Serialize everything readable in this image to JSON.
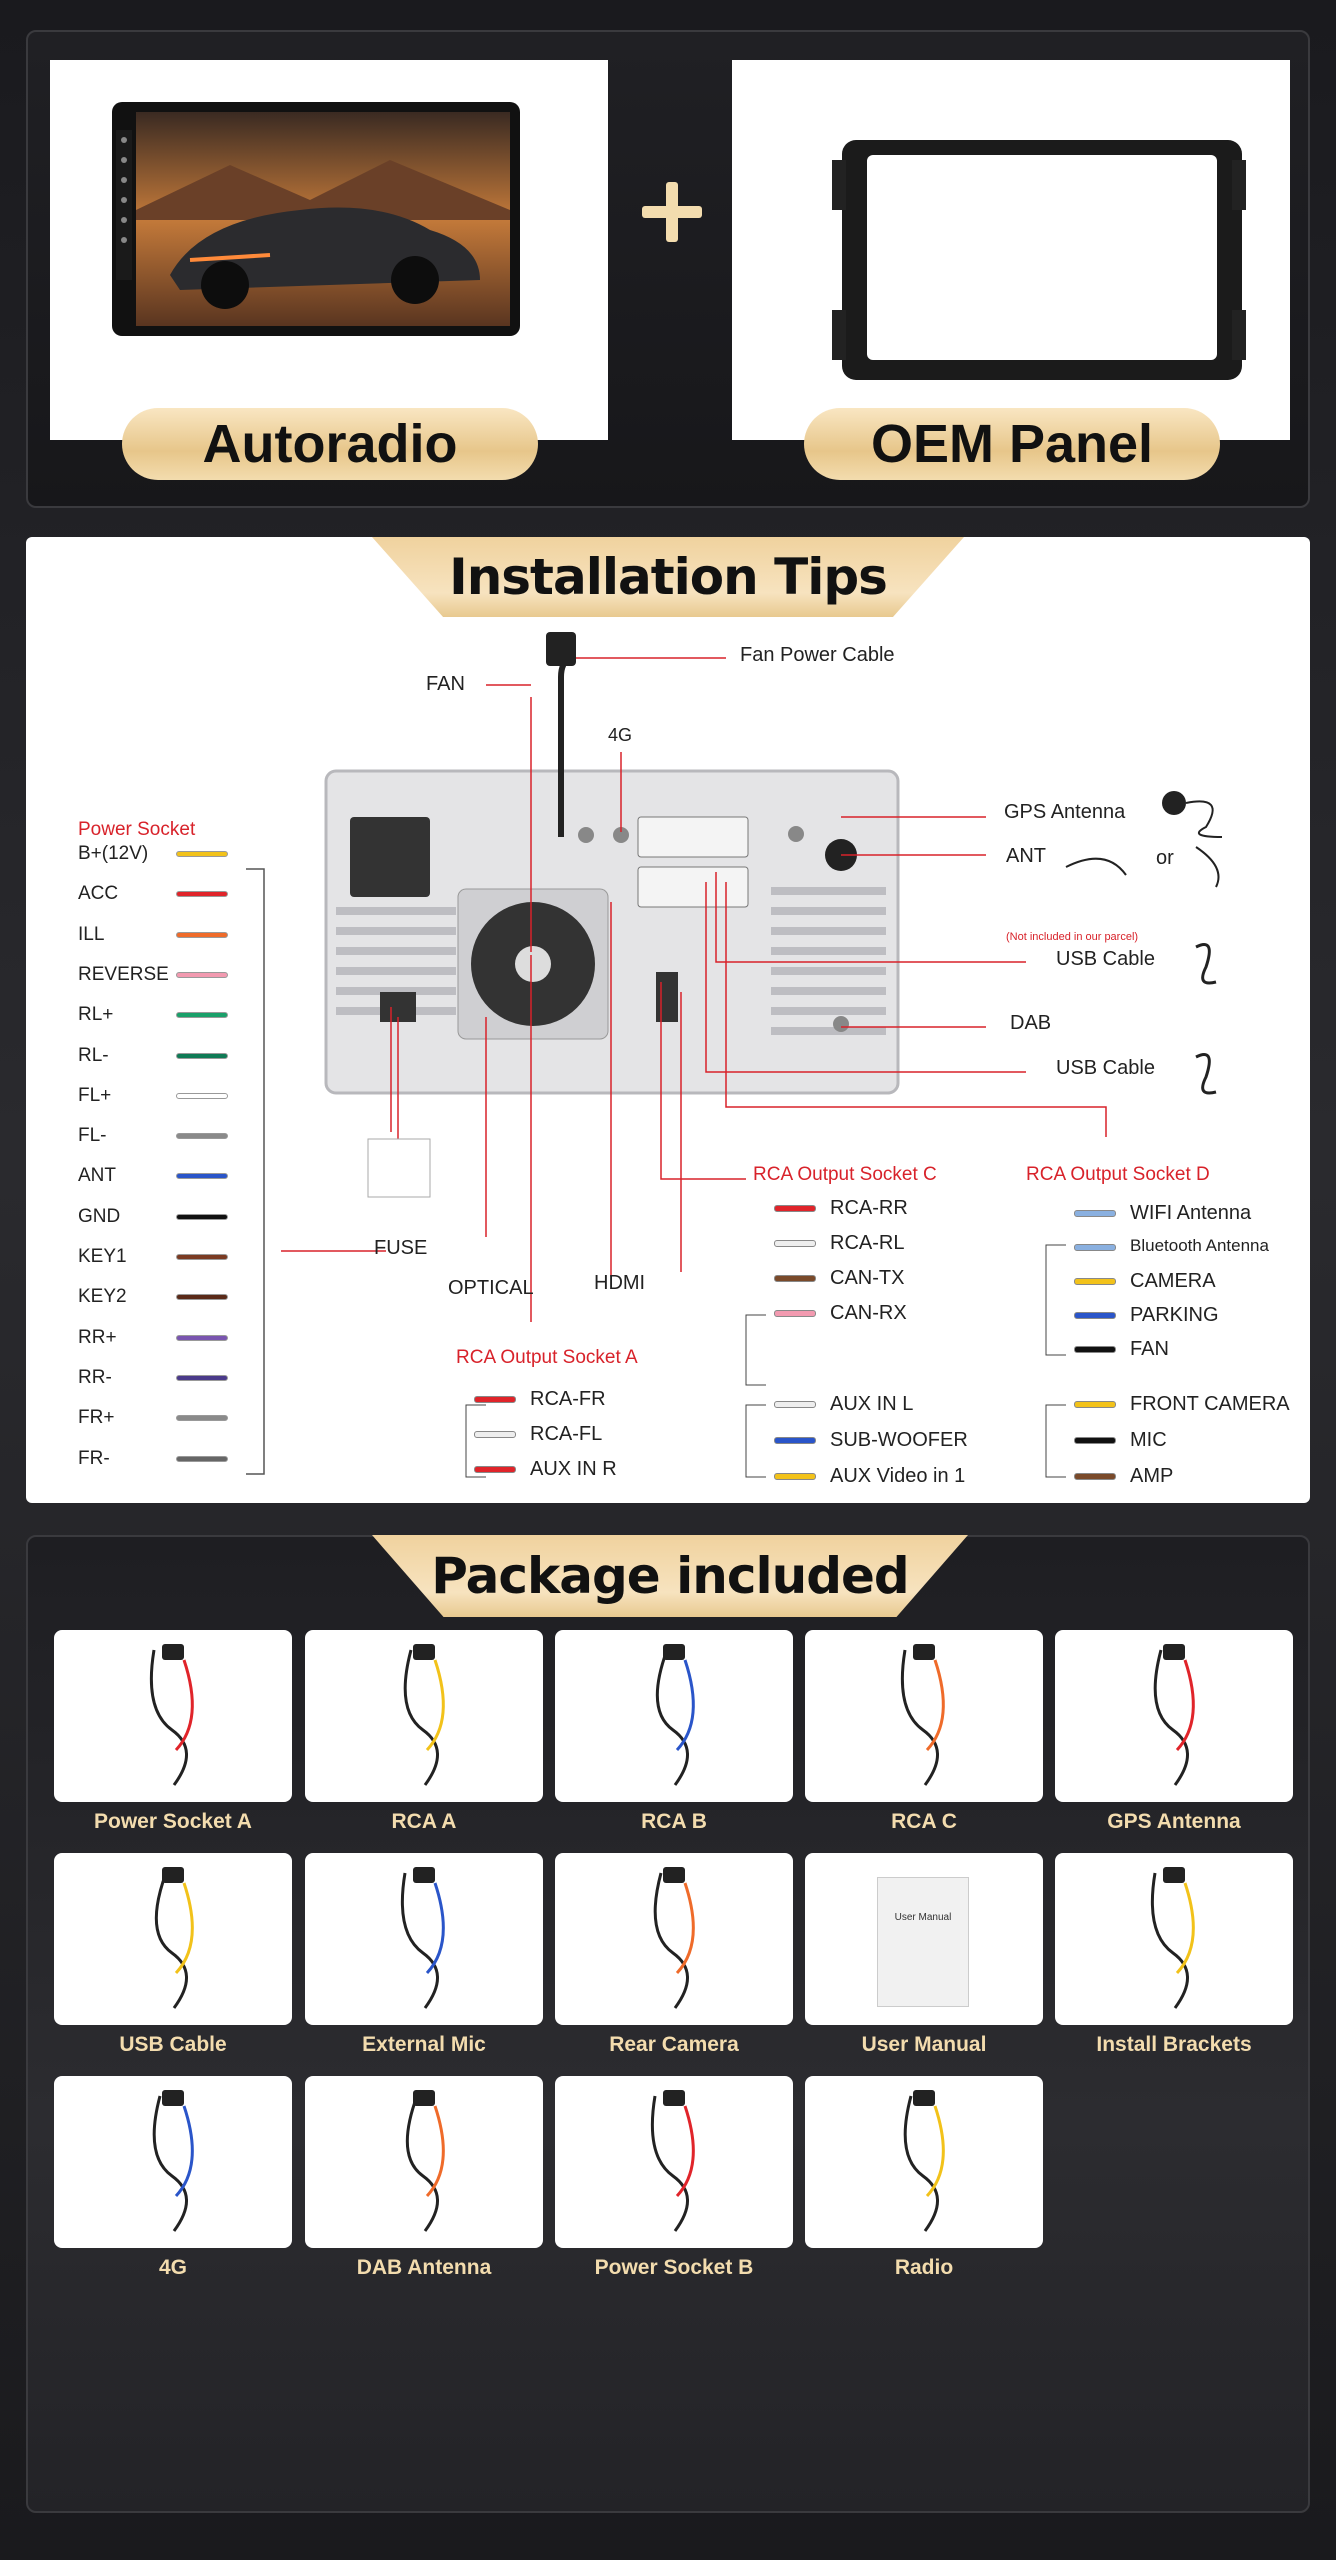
{
  "products": {
    "left_label": "Autoradio",
    "right_label": "OEM Panel"
  },
  "install": {
    "title": "Installation Tips",
    "top": {
      "fan_power": "Fan Power Cable",
      "fan": "FAN",
      "g4": "4G"
    },
    "right_top": {
      "gps": "GPS Antenna",
      "ant": "ANT",
      "or": "or",
      "note": "(Not included in our parcel)",
      "usb1": "USB Cable",
      "dab": "DAB",
      "usb2": "USB Cable"
    },
    "bottom": {
      "fuse": "FUSE",
      "optical": "OPTICAL",
      "hdmi": "HDMI"
    },
    "power_socket": {
      "title": "Power Socket",
      "items": [
        "B+(12V)",
        "ACC",
        "ILL",
        "REVERSE",
        "RL+",
        "RL-",
        "FL+",
        "FL-",
        "ANT",
        "GND",
        "KEY1",
        "KEY2",
        "RR+",
        "RR-",
        "FR+",
        "FR-"
      ],
      "colors": [
        "#f2c21a",
        "#e0242a",
        "#ef6b2a",
        "#f29ab0",
        "#1aa06a",
        "#0f7a55",
        "#ffffff",
        "#8a8a8a",
        "#2a55c9",
        "#111111",
        "#7a3a22",
        "#5a2a18",
        "#7a55b0",
        "#4a3a8a",
        "#8a8a8a",
        "#666666"
      ]
    },
    "rca_a": {
      "title": "RCA Output Socket A",
      "items": [
        "RCA-FR",
        "RCA-FL",
        "AUX IN R"
      ]
    },
    "rca_c": {
      "title": "RCA Output Socket C",
      "items": [
        "RCA-RR",
        "RCA-RL",
        "CAN-TX",
        "CAN-RX"
      ]
    },
    "rca_d": {
      "title": "RCA Output Socket D",
      "items": [
        "WIFI Antenna",
        "Bluetooth Antenna",
        "CAMERA",
        "PARKING",
        "FAN"
      ]
    },
    "aux": {
      "items": [
        "AUX IN L",
        "SUB-WOOFER",
        "AUX Video in 1"
      ]
    },
    "cam": {
      "items": [
        "FRONT CAMERA",
        "MIC",
        "AMP"
      ]
    }
  },
  "package": {
    "title": "Package included",
    "items": [
      "Power Socket A",
      "RCA  A",
      "RCA  B",
      "RCA  C",
      "GPS Antenna",
      "USB Cable",
      "External Mic",
      "Rear Camera",
      "User Manual",
      "Install Brackets",
      "4G",
      "DAB Antenna",
      "Power Socket B",
      "Radio"
    ],
    "manual_text": "User Manual"
  }
}
